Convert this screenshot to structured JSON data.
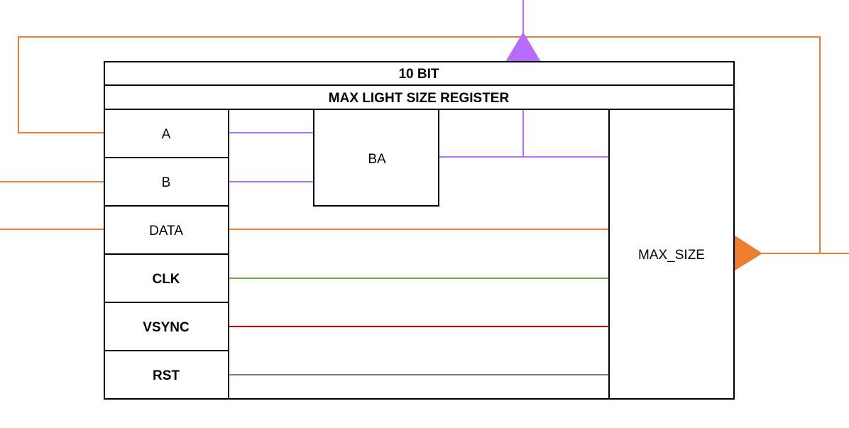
{
  "register": {
    "width_label": "10 BIT",
    "title": "MAX LIGHT SIZE REGISTER",
    "output_label": "MAX_SIZE",
    "inner_block_label": "BA"
  },
  "inputs": [
    {
      "label": "A",
      "color": "#000000",
      "bold": false
    },
    {
      "label": "B",
      "color": "#000000",
      "bold": false
    },
    {
      "label": "DATA",
      "color": "#000000",
      "bold": false
    },
    {
      "label": "CLK",
      "color": "#70AD47",
      "bold": true
    },
    {
      "label": "VSYNC",
      "color": "#E00000",
      "bold": true
    },
    {
      "label": "RST",
      "color": "#404040",
      "bold": true
    }
  ],
  "colors": {
    "outline": "#000000",
    "bus_orange": "#ED7D31",
    "bus_purple": "#B86BFF",
    "clk_green": "#70AD47",
    "vsync_red": "#E00000",
    "rst_gray": "#7F7F7F"
  }
}
